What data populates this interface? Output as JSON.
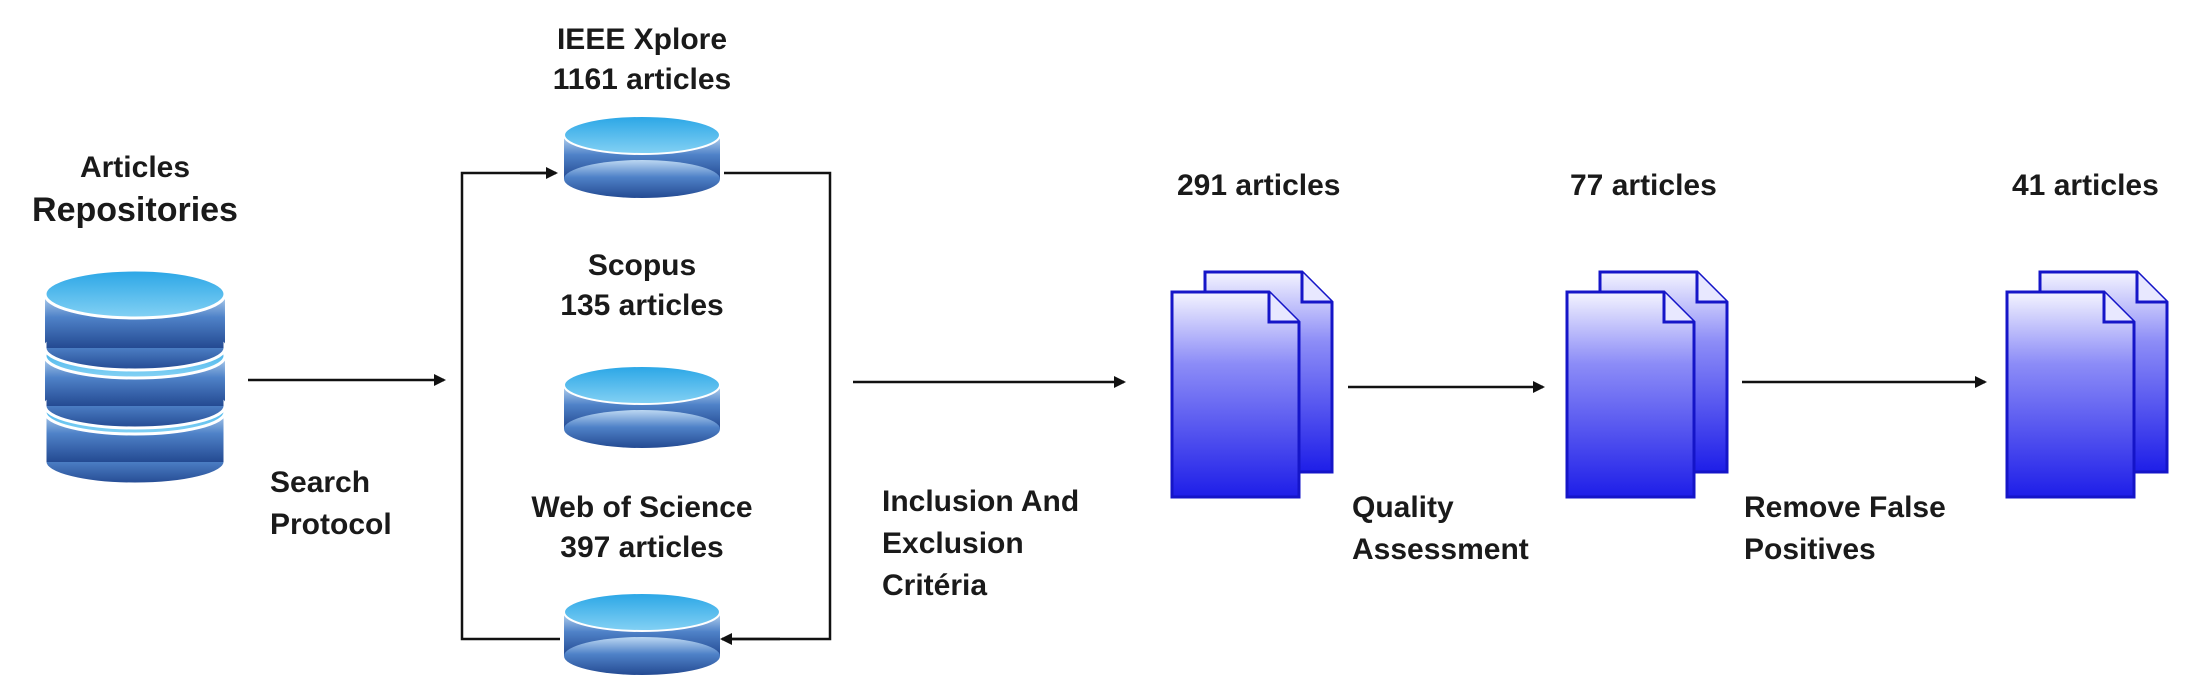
{
  "repository": {
    "title_line1": "Articles",
    "title_line2": "Repositories",
    "icon": "database-stack-icon"
  },
  "search": {
    "label_line1": "Search",
    "label_line2": "Protocol"
  },
  "sources": [
    {
      "name": "IEEE Xplore",
      "count": "1161 articles",
      "icon": "database-icon"
    },
    {
      "name": "Scopus",
      "count": "135 articles",
      "icon": "database-icon"
    },
    {
      "name": "Web of Science",
      "count": "397 articles",
      "icon": "database-icon"
    }
  ],
  "steps": [
    {
      "label_lines": [
        "Inclusion And",
        "Exclusion",
        "Critéria"
      ],
      "result": "291 articles"
    },
    {
      "label_lines": [
        "Quality",
        "Assessment"
      ],
      "result": "77 articles"
    },
    {
      "label_lines": [
        "Remove False",
        "Positives"
      ],
      "result": "41 articles"
    }
  ],
  "icons": {
    "documents": "documents-icon",
    "arrow": "arrow-right-icon"
  },
  "colors": {
    "db_top": "#4fb6e8",
    "db_body": "#2f5c9e",
    "doc_fill": "#3b3bf2",
    "doc_stroke": "#1515c8",
    "line": "#111111"
  }
}
